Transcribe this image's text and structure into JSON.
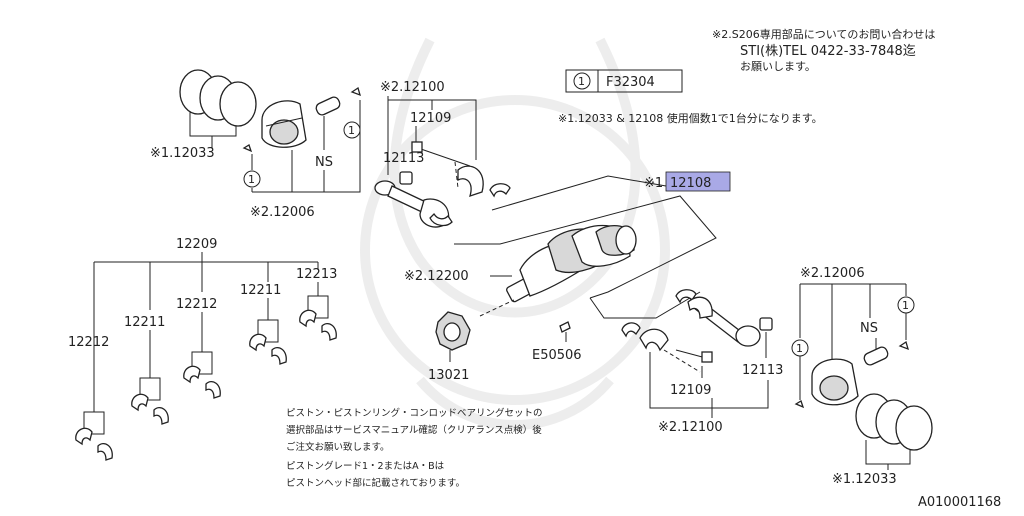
{
  "labels": {
    "ring_left": "※1.12033",
    "piston_left": "※2.12006",
    "circle_one": "1",
    "ns_left": "NS",
    "rod_left": "※2.12100",
    "bolt_left": "12109",
    "nut_left": "12113",
    "ref_code": "F32304",
    "highlight_prefix": "※1",
    "highlight": "12108",
    "crank": "※2.12200",
    "sprocket": "13021",
    "key": "E50506",
    "bearing_group": "12209",
    "bear_a": "12212",
    "bear_b": "12211",
    "bear_c": "12212",
    "bear_d": "12211",
    "bear_e": "12213",
    "piston_right": "※2.12006",
    "ns_right": "NS",
    "bolt_right": "12109",
    "nut_right": "12113",
    "rod_right": "※2.12100",
    "ring_right": "※1.12033",
    "figure_id": "A010001168"
  },
  "notes": {
    "sti_line1": "※2.S206専用部品についてのお問い合わせは",
    "sti_line2": "STI(株)TEL 0422-33-7848迄",
    "sti_line3": "お願いします。",
    "qty_note": "※1.12033 & 12108 使用個数1で1台分になります。",
    "jp_line1": "ピストン・ピストンリング・コンロッドベアリングセットの",
    "jp_line2": "選択部品はサービスマニュアル確認（クリアランス点検）後",
    "jp_line3": "ご注文お願い致します。",
    "jp_line4": "ピストングレード1・2またはA・Bは",
    "jp_line5": "ピストンヘッド部に記載されております。"
  },
  "colors": {
    "highlight": "#a9a9e6",
    "line": "#222222"
  }
}
